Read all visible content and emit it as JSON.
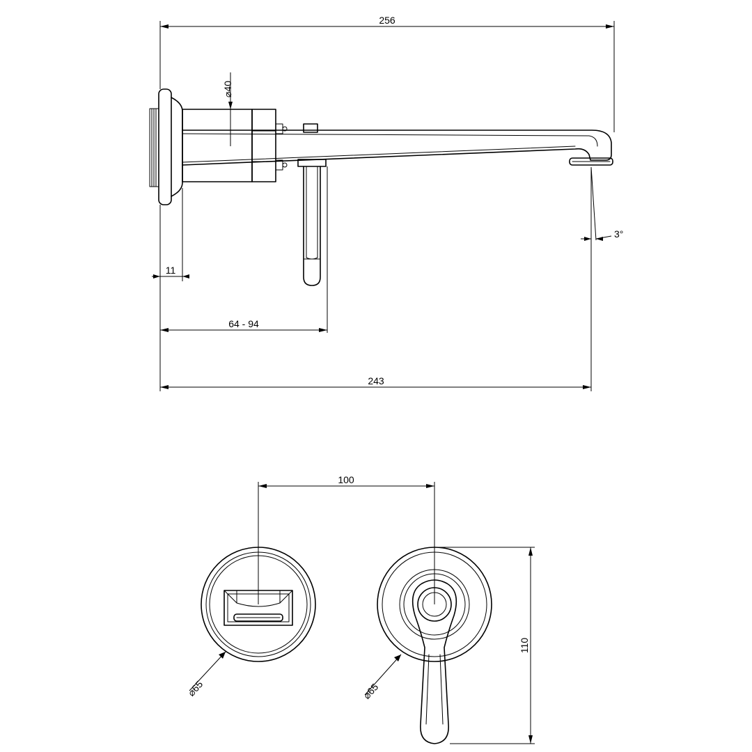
{
  "side_view": {
    "dimensions": {
      "overall_length": "256",
      "wall_to_outlet": "243",
      "wall_to_lever": "64 - 94",
      "plate_depth": "11",
      "body_diameter": "⌀40",
      "spout_angle": "3°"
    }
  },
  "front_view": {
    "dimensions": {
      "center_distance": "100",
      "height": "110",
      "spout_rosette_diameter": "⌀65",
      "mixer_rosette_diameter": "⌀65"
    }
  },
  "colors": {
    "line": "#000000",
    "background": "#ffffff"
  }
}
